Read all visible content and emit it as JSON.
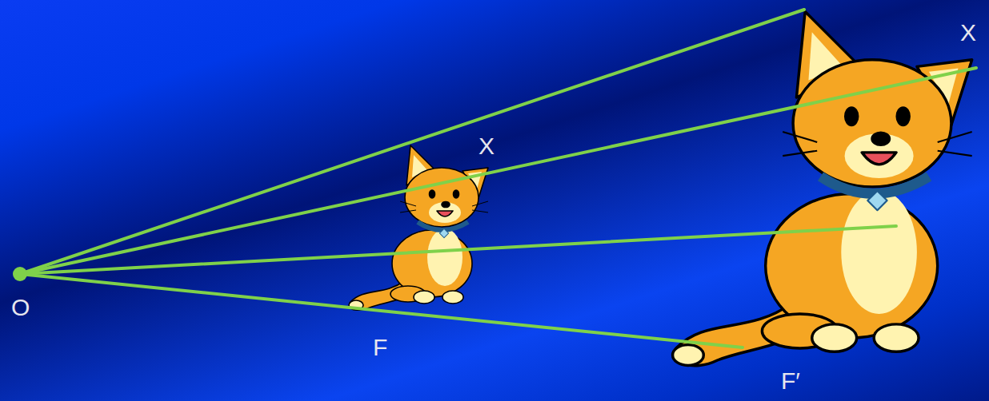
{
  "diagram": {
    "labels": [
      "O",
      "X",
      "F",
      "X",
      "F′"
    ]
  }
}
